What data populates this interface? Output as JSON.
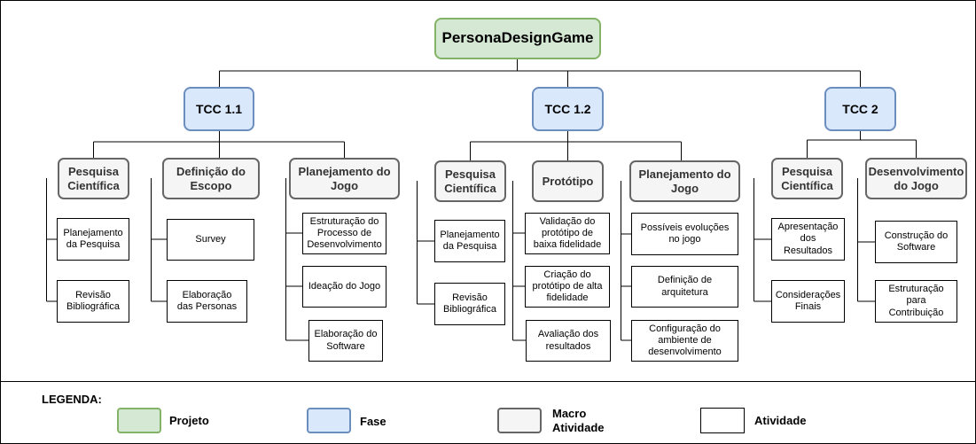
{
  "project": "PersonaDesignGame",
  "phases": [
    {
      "label": "TCC 1.1",
      "macros": [
        {
          "label": "Pesquisa\nCientífica",
          "activities": [
            "Planejamento\nda Pesquisa",
            "Revisão\nBibliográfica"
          ]
        },
        {
          "label": "Definição do\nEscopo",
          "activities": [
            "Survey",
            "Elaboração\ndas Personas"
          ]
        },
        {
          "label": "Planejamento do\nJogo",
          "activities": [
            "Estruturação do\nProcesso de\nDesenvolvimento",
            "Ideação do Jogo",
            "Elaboração do\nSoftware"
          ]
        }
      ]
    },
    {
      "label": "TCC 1.2",
      "macros": [
        {
          "label": "Pesquisa\nCientífica",
          "activities": [
            "Planejamento\nda Pesquisa",
            "Revisão\nBibliográfica"
          ]
        },
        {
          "label": "Protótipo",
          "activities": [
            "Validação do\nprotótipo de\nbaixa fidelidade",
            "Criação do\nprotótipo de alta\nfidelidade",
            "Avaliação dos\nresultados"
          ]
        },
        {
          "label": "Planejamento do\nJogo",
          "activities": [
            "Possíveis evoluções\nno jogo",
            "Definição de\narquitetura",
            "Configuração do\nambiente de\ndesenvolvimento"
          ]
        }
      ]
    },
    {
      "label": "TCC 2",
      "macros": [
        {
          "label": "Pesquisa\nCientífica",
          "activities": [
            "Apresentação\ndos\nResultados",
            "Considerações\nFinais"
          ]
        },
        {
          "label": "Desenvolvimento\ndo Jogo",
          "activities": [
            "Construção do\nSoftware",
            "Estruturação\npara\nContribuição"
          ]
        }
      ]
    }
  ],
  "legend": {
    "title": "LEGENDA:",
    "project": "Projeto",
    "phase": "Fase",
    "macro": "Macro\nAtividade",
    "activity": "Atividade"
  },
  "colors": {
    "project_fill": "#d5e8d4",
    "project_stroke": "#82b366",
    "phase_fill": "#dae8fc",
    "phase_stroke": "#6c8ebf",
    "macro_fill": "#f5f5f5",
    "macro_stroke": "#666666"
  }
}
